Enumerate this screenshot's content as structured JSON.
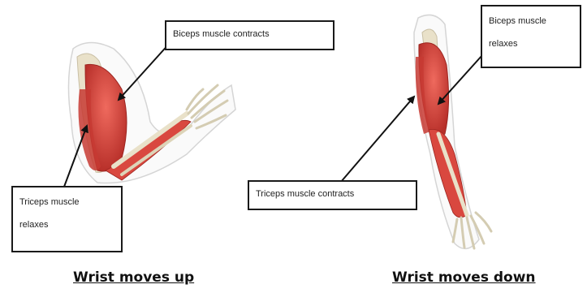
{
  "labels": {
    "left_biceps": "Biceps muscle contracts",
    "left_triceps_line1": "Triceps muscle",
    "left_triceps_line2": "relaxes",
    "right_biceps_line1": "Biceps muscle",
    "right_biceps_line2": "relaxes",
    "right_triceps": "Triceps muscle contracts"
  },
  "captions": {
    "left": "Wrist moves up",
    "right": "Wrist moves down"
  },
  "colors": {
    "muscle": "#d9423a",
    "muscle_dark": "#b22a25",
    "bone": "#e8e2cf",
    "outline": "#c9c4b8"
  }
}
